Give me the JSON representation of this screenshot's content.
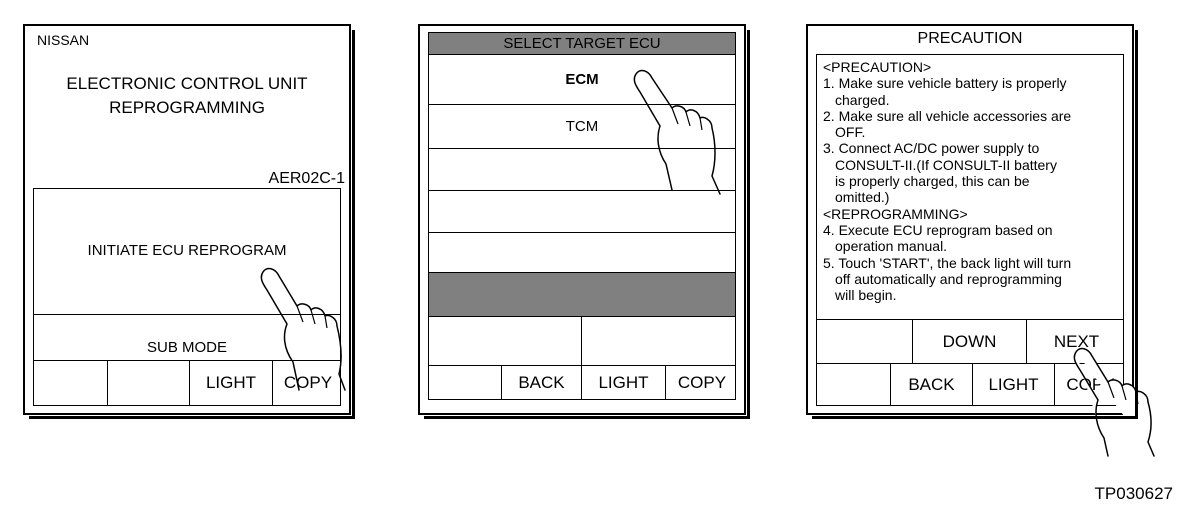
{
  "panel1": {
    "brand": "NISSAN",
    "title_line1": "ELECTRONIC CONTROL UNIT",
    "title_line2": "REPROGRAMMING",
    "version": "AER02C-1",
    "main_button": "INITIATE ECU REPROGRAM",
    "sub_mode": "SUB MODE",
    "bottom_buttons": [
      "",
      "",
      "LIGHT",
      "COPY"
    ]
  },
  "panel2": {
    "header": "SELECT TARGET ECU",
    "items": [
      "ECM",
      "TCM",
      "",
      "",
      ""
    ],
    "bottom_row1": [
      "",
      ""
    ],
    "bottom_row2": [
      "",
      "BACK",
      "LIGHT",
      "COPY"
    ]
  },
  "panel3": {
    "header": "PRECAUTION",
    "lines": [
      "<PRECAUTION>",
      "1. Make sure vehicle battery is properly",
      "charged.",
      "2. Make sure all vehicle accessories are",
      "OFF.",
      "3. Connect AC/DC power supply to",
      "CONSULT-II.(If CONSULT-II battery",
      "is properly charged, this can be",
      "omitted.)",
      "<REPROGRAMMING>",
      "4. Execute ECU reprogram based on",
      "operation manual.",
      "5. Touch 'START', the back light will turn",
      "off automatically and reprogramming",
      "will begin."
    ],
    "indented": [
      false,
      false,
      true,
      false,
      true,
      false,
      true,
      true,
      true,
      false,
      false,
      true,
      false,
      true,
      true
    ],
    "row1_buttons": [
      "",
      "DOWN",
      "NEXT"
    ],
    "row2_buttons": [
      "",
      "BACK",
      "LIGHT",
      "COPY"
    ]
  },
  "figure_code": "TP030627",
  "icons": {
    "pointer": "pointing-hand-icon"
  }
}
